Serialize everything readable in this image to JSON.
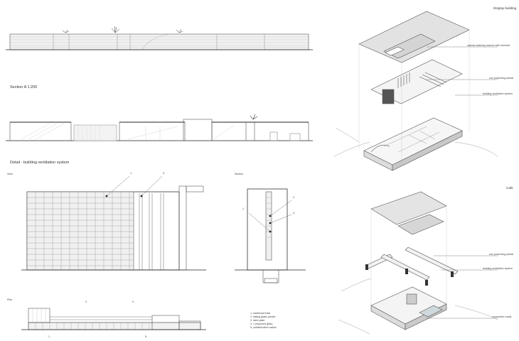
{
  "headings": {
    "section": "Section A 1:200",
    "detail": "Detail - building ventilation system",
    "display_building": "Display building",
    "cafe": "Cafe"
  },
  "detail_views": {
    "view": "View",
    "section": "Section",
    "plan": "Plan"
  },
  "view_markers": [
    "1.",
    "3."
  ],
  "section_markers": [
    "2.",
    "1.",
    "4."
  ],
  "plan_markers": [
    "2.",
    "3.",
    "1.",
    "5."
  ],
  "legend": [
    "1. traditional brick",
    "2. sliding glass panels",
    "3. steel plate",
    "4. 1 proposed glass",
    "5. prefabrication radius"
  ],
  "axo_labels": {
    "display": [
      "natural watering reserve with remnant",
      "sun protecting panels",
      "building ventilation system"
    ],
    "cafe": [
      "sun protecting panels",
      "building ventilation system",
      "connection roads"
    ]
  },
  "colors": {
    "line": "#4a4a4a",
    "light": "#b8b8b8",
    "fill": "#e6e6e6",
    "dark": "#2a2a2a"
  }
}
